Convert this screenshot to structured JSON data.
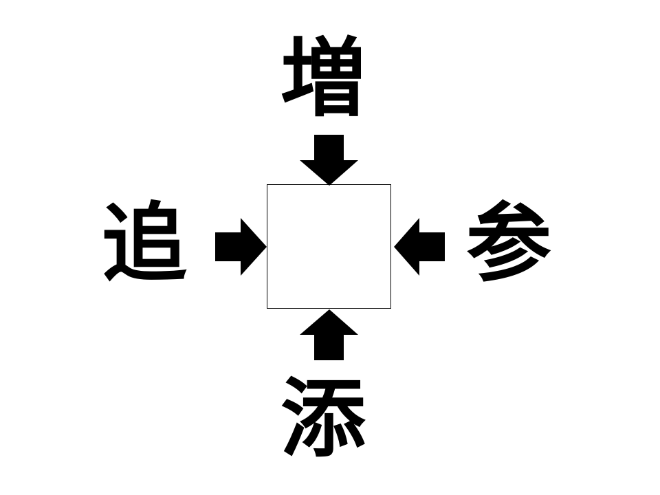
{
  "puzzle": {
    "top_kanji": "増",
    "left_kanji": "追",
    "right_kanji": "参",
    "bottom_kanji": "添",
    "answer": ""
  },
  "colors": {
    "ink": "#000000",
    "background": "#ffffff"
  }
}
